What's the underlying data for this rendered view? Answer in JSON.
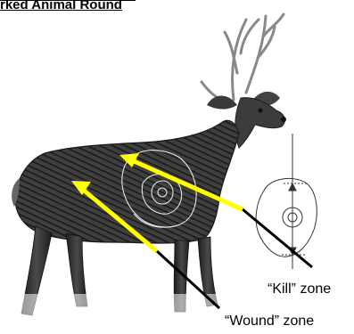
{
  "title": "rked Animal Round",
  "labels": {
    "kill_zone": "“Kill” zone",
    "wound_zone": "“Wound” zone"
  },
  "colors": {
    "arrow_fill": "#ffff00",
    "arrow_outline": "#000000",
    "deer_dark": "#2a2a2a",
    "deer_mid": "#5a5a5a"
  }
}
